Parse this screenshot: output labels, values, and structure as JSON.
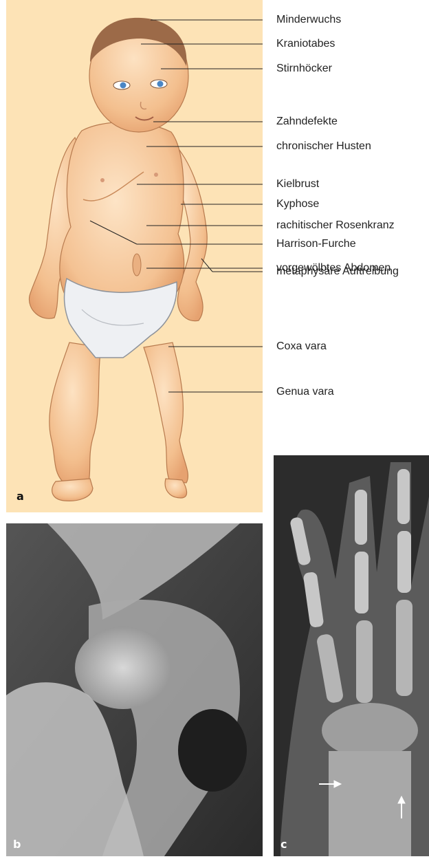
{
  "figure": {
    "panel_a": {
      "letter": "a",
      "background": "#fde3b6",
      "labels": [
        "Minderwuchs",
        "Kraniotabes",
        "Stirnhöcker",
        "Zahndefekte",
        "chronischer Husten",
        "Kielbrust",
        "Kyphose",
        "rachitischer Rosenkranz",
        "Harrison-Furche",
        "vorgewölbtes Abdomen",
        "metaphysäre Auftreibung",
        "Coxa vara",
        "Genua vara"
      ]
    },
    "panel_b": {
      "letter": "b"
    },
    "panel_c": {
      "letter": "c"
    }
  }
}
